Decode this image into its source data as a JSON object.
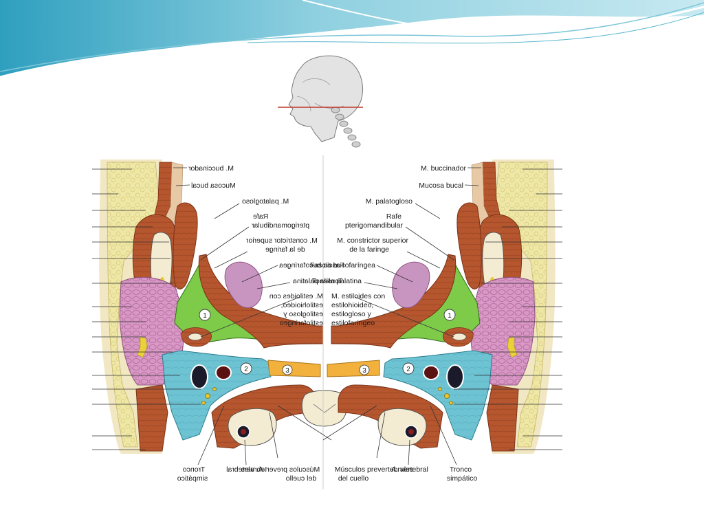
{
  "labels_right": {
    "buccinador": "M. buccinador",
    "mucosa": "Mucosa bucal",
    "palatogloso": "M. palatogloso",
    "rafe_1": "Rafe",
    "rafe_2": "pterigomandibular",
    "constrictor_1": "M. constrictor superior",
    "constrictor_2": "de la faringe",
    "fascia": "Fascia bucofaríngea",
    "tonsila": "Tonsila palatina",
    "estiloides_1": "M. estiloides con",
    "estiloides_2": "estilohioideo,",
    "estiloides_3": "estilogloso y",
    "estiloides_4": "estilofaríngeo",
    "vertebral": "A. vertebral",
    "prevertebrales_1": "Músculos prevertebrales",
    "prevertebrales_2": "del cuello",
    "tronco_1": "Tronco",
    "tronco_2": "simpático"
  },
  "labels_left": {
    "buccinador": "M. buccinador",
    "mucosa": "Mucosa bucal",
    "palatogloso": "M. palatogloso",
    "rafe_1": "Rafe",
    "rafe_2": "pterigomandibular",
    "constrictor_1": "M. constrictor superior",
    "constrictor_2": "de la faringe",
    "fascia": "Fascia bucofaríngea",
    "tonsila": "Tonsila palatina",
    "estiloides_1": "M. estiloides con",
    "estiloides_2": "estilohioideo,",
    "estiloides_3": "estilogloso y",
    "estiloides_4": "estilofaríngeo",
    "vertebral": "A. vertebral",
    "prevertebrales_1": "Músculos prevertebrales",
    "prevertebrales_2": "del cuello",
    "tronco_1": "Tronco",
    "tronco_2": "simpático"
  },
  "space_numbers": [
    "1",
    "2",
    "3"
  ],
  "colors": {
    "header_light": "#d5eef3",
    "header_mid": "#9fd6e2",
    "header_dark": "#3fa9c4",
    "fat": "#eee7a6",
    "muscle": "#b5562e",
    "muscle_dark": "#8d3d1f",
    "green_space": "#7ecb4a",
    "blue_space": "#6ec3d3",
    "retro_space": "#f2b13c",
    "gland": "#d897c4",
    "tonsil": "#c895c1",
    "bone": "#f3ecd2",
    "mucosa": "#e8c9a6",
    "cut_line": "#c0392b"
  }
}
